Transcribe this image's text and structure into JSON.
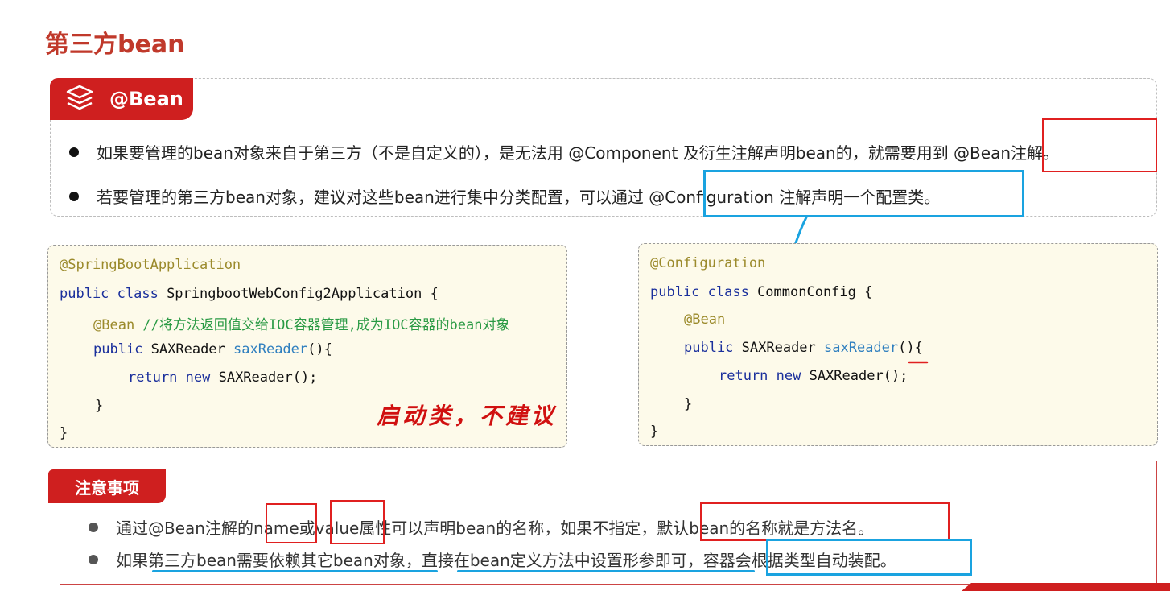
{
  "page": {
    "title": "第三方bean"
  },
  "bean_card": {
    "tag_label": "@Bean",
    "bullets": [
      "如果要管理的bean对象来自于第三方（不是自定义的），是无法用 @Component 及衍生注解声明bean的，就需要用到 @Bean注解。",
      "若要管理的第三方bean对象，建议对这些bean进行集中分类配置，可以通过 @Configuration 注解声明一个配置类。"
    ]
  },
  "code_left": {
    "l1": "@SpringBootApplication",
    "l2_kw": "public class ",
    "l2_name": "SpringbootWebConfig2Application {",
    "l3_ann": "@Bean ",
    "l3_cm": "//将方法返回值交给IOC容器管理,成为IOC容器的bean对象",
    "l4_kw": "public ",
    "l4_ty": "SAXReader ",
    "l4_mt": "saxReader",
    "l4_end": "(){",
    "l5_kw": "return new ",
    "l5_rest": "SAXReader();",
    "l6": "}",
    "l7": "}"
  },
  "handwriting": "启动类，不建议",
  "code_right": {
    "l1": "@Configuration",
    "l2_kw": "public class ",
    "l2_name": "CommonConfig {",
    "l3": "@Bean",
    "l4_kw": "public ",
    "l4_ty": "SAXReader ",
    "l4_mt": "saxReader",
    "l4_end": "(){",
    "l5_kw": "return new ",
    "l5_rest": "SAXReader();",
    "l6": "}",
    "l7": "}"
  },
  "notes": {
    "tag_label": "注意事项",
    "items": [
      "通过@Bean注解的name或value属性可以声明bean的名称，如果不指定，默认bean的名称就是方法名。",
      "如果第三方bean需要依赖其它bean对象，直接在bean定义方法中设置形参即可，容器会根据类型自动装配。"
    ]
  },
  "colors": {
    "accent_red": "#cf1f1f",
    "highlight_blue": "#1aa3e0",
    "code_bg": "#fdfaea"
  },
  "icons": {
    "tag_icon": "layers-icon"
  }
}
